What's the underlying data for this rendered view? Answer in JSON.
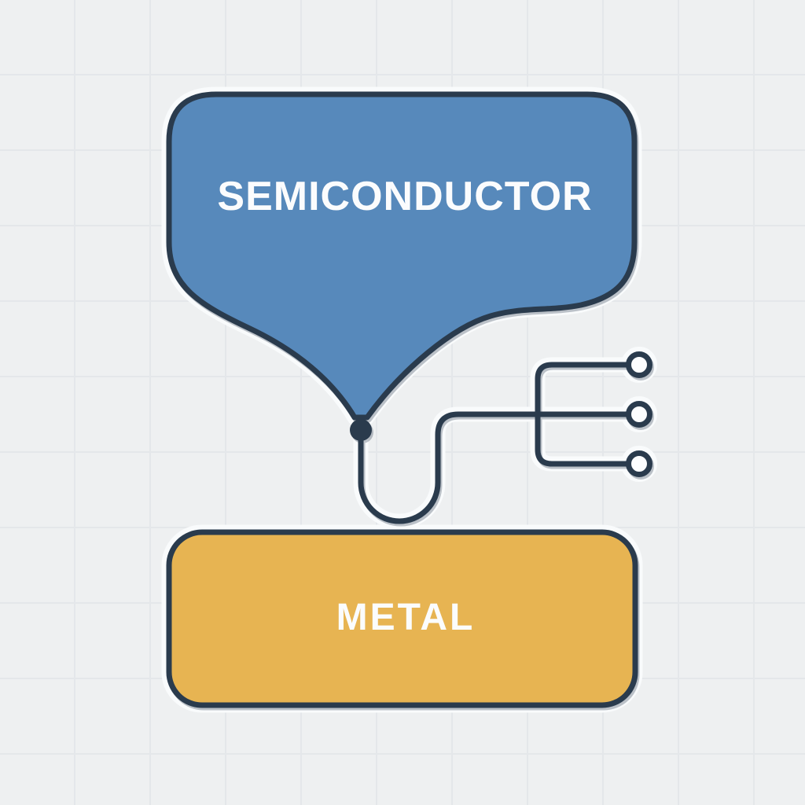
{
  "diagram": {
    "background_color": "#eef0f1",
    "grid_color": "#e4e7ea",
    "ink_color": "#2a3b4d",
    "halo_color": "#f9fbfc",
    "nodes": {
      "semiconductor": {
        "label": "SEMICONDUCTOR",
        "fill": "#5789bb",
        "label_color": "#fbfcfd"
      },
      "metal": {
        "label": "METAL",
        "fill": "#e7b452",
        "label_color": "#fbfcfd"
      }
    },
    "connector": {
      "junction_dot_color": "#2a3b4d",
      "terminal_count": 3,
      "terminal_fill": "#fcfdfe"
    }
  }
}
